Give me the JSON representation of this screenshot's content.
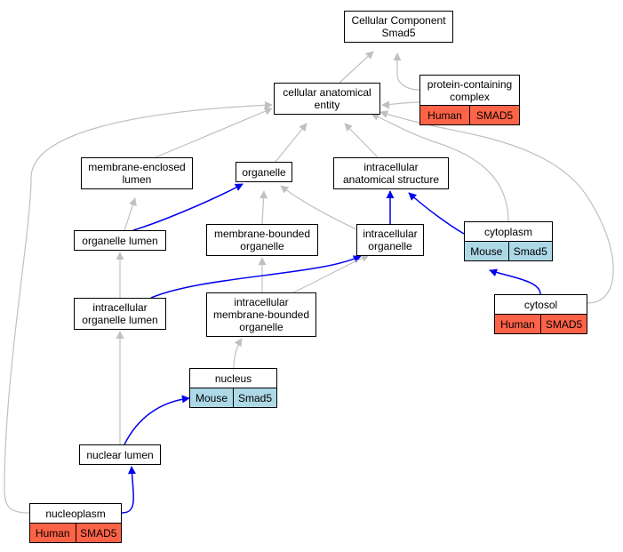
{
  "colors": {
    "gray_edge": "#c0c0c0",
    "blue_edge": "#0000ee",
    "human": "#ff6347",
    "mouse": "#add8e6"
  },
  "nodes": {
    "root": {
      "label": "Cellular Component\nSmad5"
    },
    "protcomplex": {
      "label": "protein-containing\ncomplex",
      "species": "Human",
      "gene": "SMAD5"
    },
    "cae": {
      "label": "cellular anatomical\nentity"
    },
    "mel": {
      "label": "membrane-enclosed\nlumen"
    },
    "organelle": {
      "label": "organelle"
    },
    "ias": {
      "label": "intracellular\nanatomical structure"
    },
    "ol": {
      "label": "organelle lumen"
    },
    "mbo": {
      "label": "membrane-bounded\norganelle"
    },
    "io": {
      "label": "intracellular\norganelle"
    },
    "cytoplasm": {
      "label": "cytoplasm",
      "species": "Mouse",
      "gene": "Smad5"
    },
    "iol": {
      "label": "intracellular\norganelle lumen"
    },
    "imbo": {
      "label": "intracellular\nmembrane-bounded\norganelle"
    },
    "cytosol": {
      "label": "cytosol",
      "species": "Human",
      "gene": "SMAD5"
    },
    "nucleus": {
      "label": "nucleus",
      "species": "Mouse",
      "gene": "Smad5"
    },
    "nuclumen": {
      "label": "nuclear lumen"
    },
    "nucleoplasm": {
      "label": "nucleoplasm",
      "species": "Human",
      "gene": "SMAD5"
    }
  },
  "edges": [
    {
      "from": "protcomplex",
      "to": "root",
      "color": "gray"
    },
    {
      "from": "cae",
      "to": "root",
      "color": "gray"
    },
    {
      "from": "protcomplex",
      "to": "cae",
      "color": "gray"
    },
    {
      "from": "mel",
      "to": "cae",
      "color": "gray"
    },
    {
      "from": "organelle",
      "to": "cae",
      "color": "gray"
    },
    {
      "from": "ias",
      "to": "cae",
      "color": "gray"
    },
    {
      "from": "cytoplasm",
      "to": "cae",
      "color": "gray"
    },
    {
      "from": "cytosol",
      "to": "cae",
      "color": "gray"
    },
    {
      "from": "nucleoplasm",
      "to": "cae",
      "color": "gray"
    },
    {
      "from": "ol",
      "to": "mel",
      "color": "gray"
    },
    {
      "from": "ol",
      "to": "organelle",
      "color": "blue"
    },
    {
      "from": "mbo",
      "to": "organelle",
      "color": "gray"
    },
    {
      "from": "io",
      "to": "organelle",
      "color": "gray"
    },
    {
      "from": "io",
      "to": "ias",
      "color": "blue"
    },
    {
      "from": "cytoplasm",
      "to": "ias",
      "color": "blue"
    },
    {
      "from": "iol",
      "to": "ol",
      "color": "gray"
    },
    {
      "from": "imbo",
      "to": "mbo",
      "color": "gray"
    },
    {
      "from": "iol",
      "to": "io",
      "color": "blue"
    },
    {
      "from": "imbo",
      "to": "io",
      "color": "gray"
    },
    {
      "from": "cytosol",
      "to": "cytoplasm",
      "color": "blue"
    },
    {
      "from": "nucleus",
      "to": "imbo",
      "color": "gray"
    },
    {
      "from": "nuclumen",
      "to": "iol",
      "color": "gray"
    },
    {
      "from": "nuclumen",
      "to": "nucleus",
      "color": "blue"
    },
    {
      "from": "nucleoplasm",
      "to": "nuclumen",
      "color": "blue"
    }
  ]
}
